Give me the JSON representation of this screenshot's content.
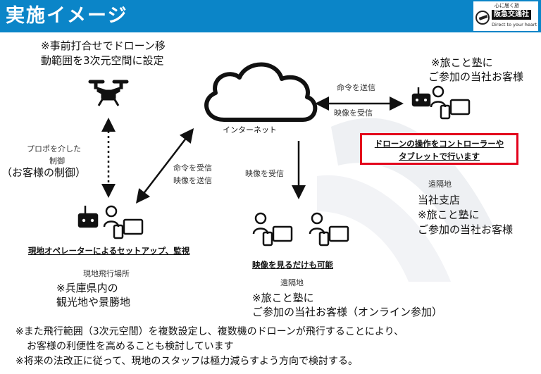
{
  "header": {
    "title": "実施イメージ",
    "logo": {
      "tagline": "心に届く旅",
      "name": "阪急交通社",
      "subtitle": "Direct to your heart"
    }
  },
  "drone": {
    "note_line1": "※事前打合せでドローン移",
    "note_line2": "動範囲を3次元空間に設定",
    "control_label_line1": "プロポを介した",
    "control_label_line2": "制御",
    "control_note": "（お客様の制御）"
  },
  "internet": {
    "label": "インターネット"
  },
  "remote_operator": {
    "note_line1": "※旅こと塾に",
    "note_line2": "ご参加の当社お客様",
    "send_command": "命令を送信",
    "receive_video": "映像を受信",
    "highlight_line1": "ドローンの操作をコントローラーや",
    "highlight_line2": "タブレットで行います",
    "location": "遠隔地",
    "branch": "当社支店",
    "branch_note_line1": "※旅こと塾に",
    "branch_note_line2": "ご参加の当社お客様"
  },
  "local": {
    "receive_command": "命令を受信",
    "send_video": "映像を送信",
    "setup_label": "現地オペレーターによるセットアップ、監視",
    "location": "現地飛行場所",
    "note_line1": "※兵庫県内の",
    "note_line2": "観光地や景勝地"
  },
  "viewers": {
    "receive_video": "映像を受信",
    "label": "映像を見るだけも可能",
    "location": "遠隔地",
    "note_line1": "※旅こと塾に",
    "note_line2": "ご参加の当社お客様（オンライン参加）"
  },
  "footer": {
    "line1": "※また飛行範囲（3次元空間）を複数設定し、複数機のドローンが飛行することにより、",
    "line2": "お客様の利便性を高めることも検討しています",
    "line3": "※将来の法改正に従って、現地のスタッフは極力減らすよう方向で検討する。"
  }
}
